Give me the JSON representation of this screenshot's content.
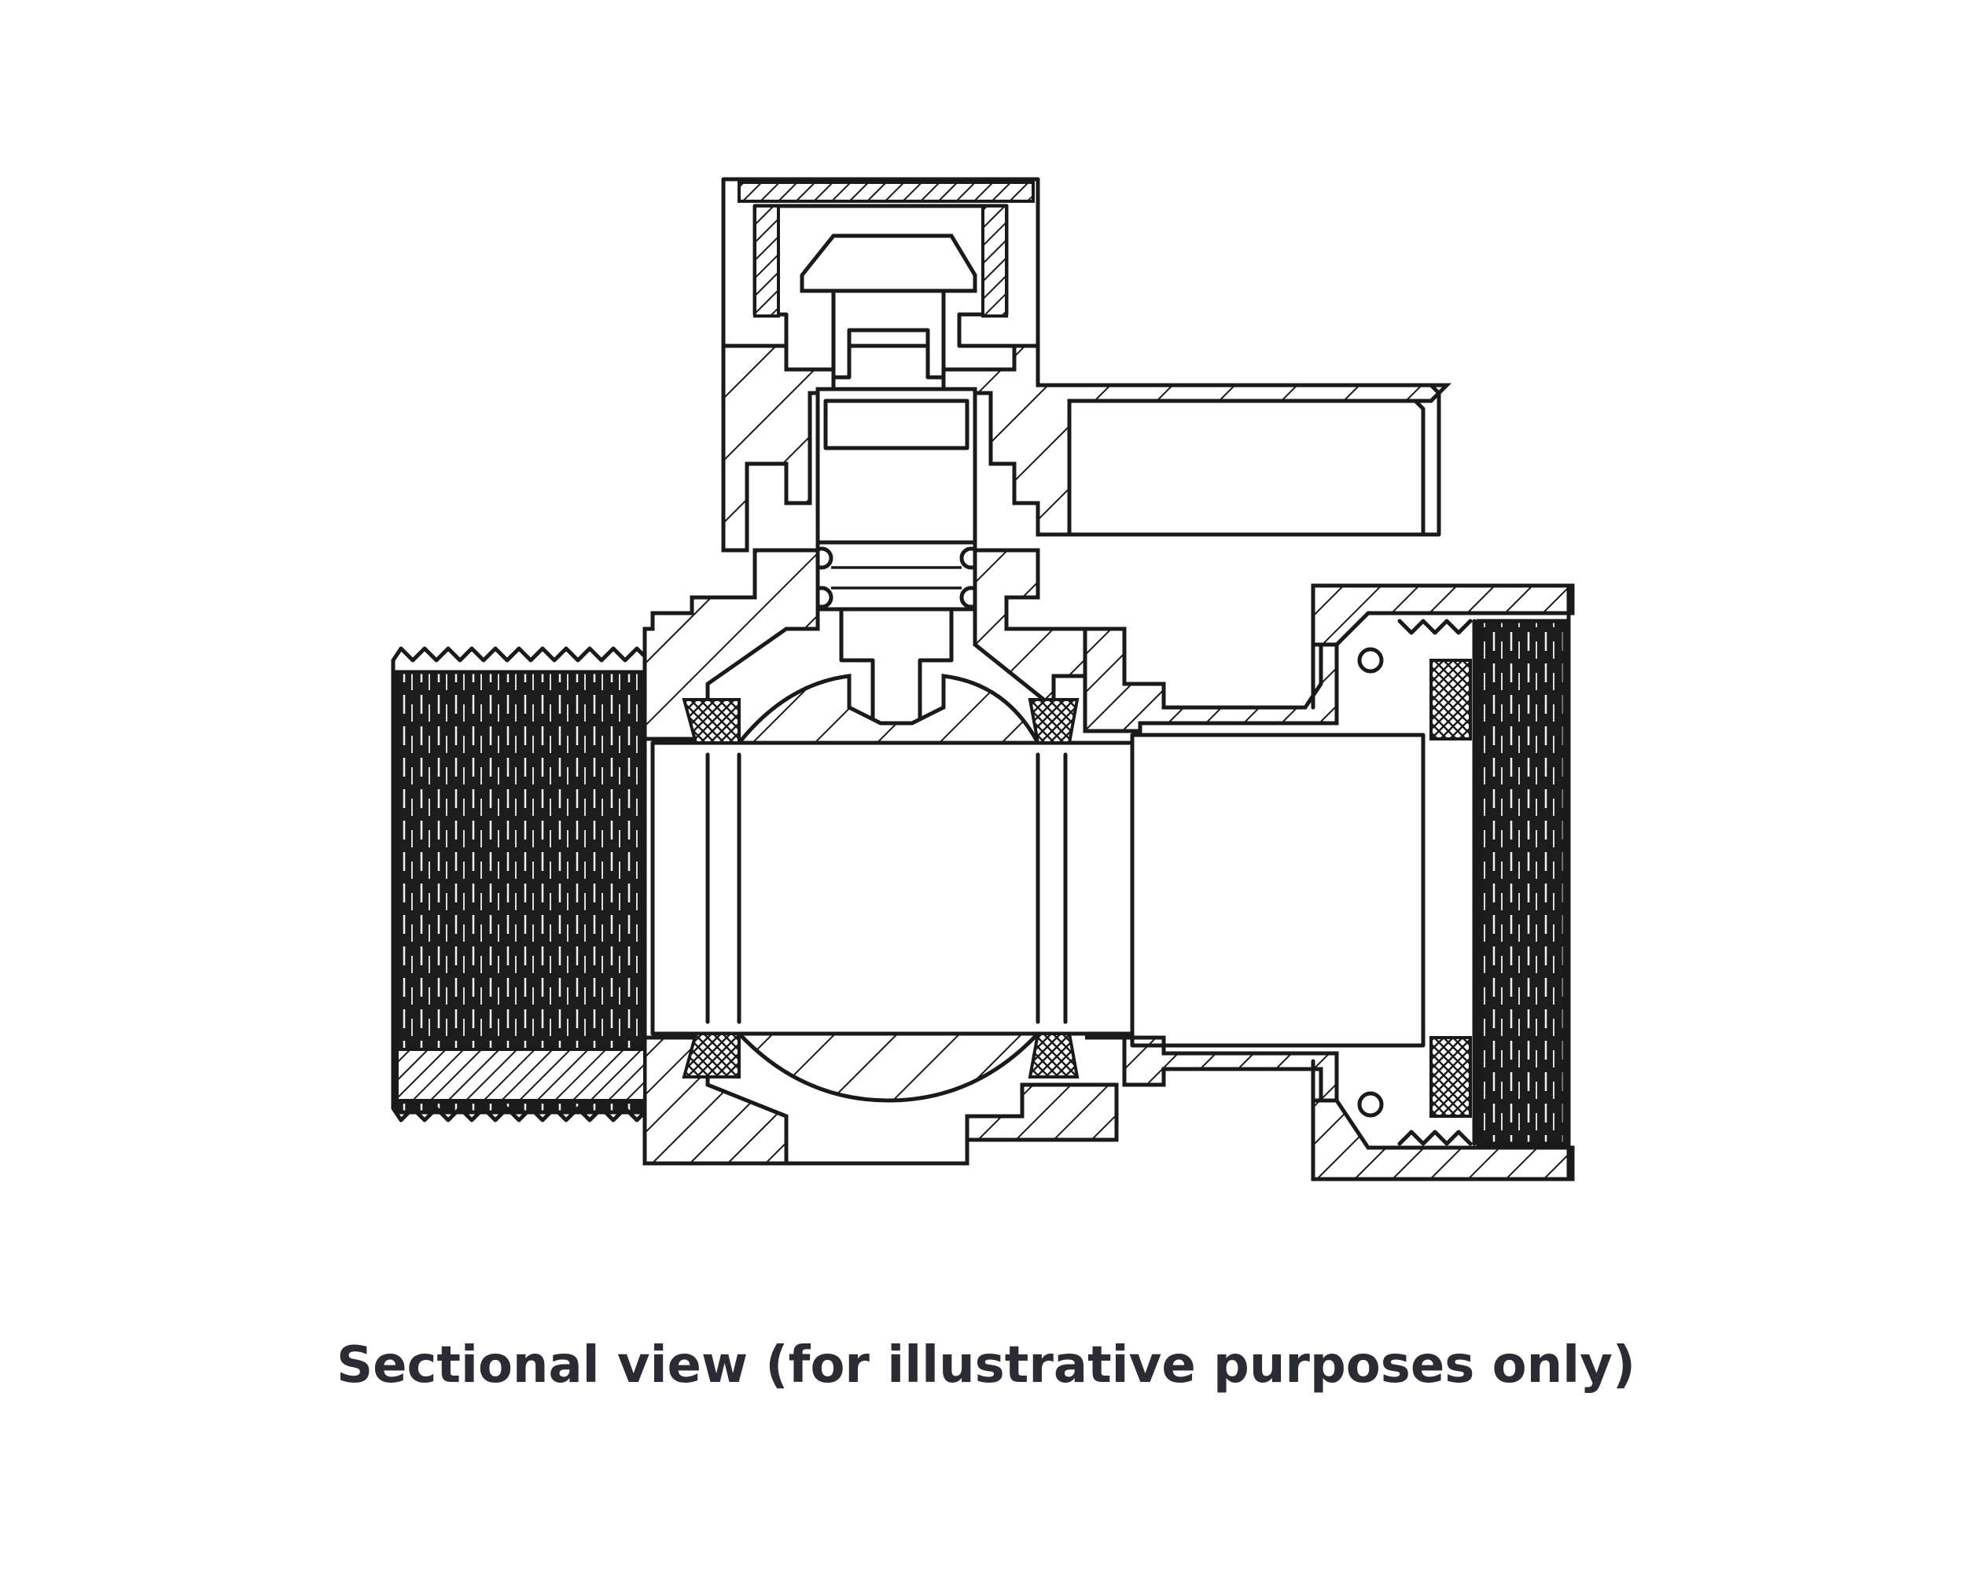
{
  "caption": "Sectional view (for illustrative purposes only)",
  "colors": {
    "line": "#1a1a1a",
    "caption": "#2b2b33",
    "background": "#ffffff"
  },
  "parts": [
    "handle-cap",
    "stem-nut",
    "valve-stem",
    "lever-handle",
    "stem-o-rings",
    "valve-body",
    "male-thread",
    "ball",
    "seat-rings",
    "union-nut",
    "female-thread",
    "o-ring-seal",
    "bore"
  ]
}
